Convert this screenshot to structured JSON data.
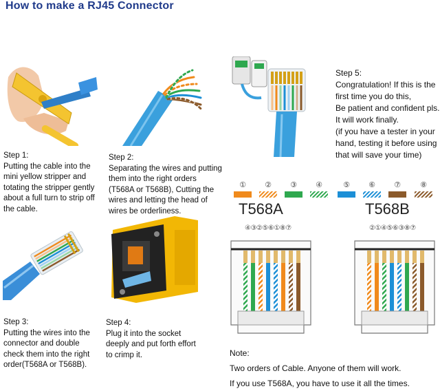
{
  "title": "How to make a RJ45 Connector",
  "steps": [
    {
      "id": "step1",
      "heading": "Step 1:",
      "lines": [
        "Putting the cable into the",
        "mini yellow stripper and",
        "totating the stripper gently",
        "about a full turn to strip off",
        "the cable."
      ]
    },
    {
      "id": "step2",
      "heading": "Step 2:",
      "lines": [
        "Separating the wires and putting",
        "them into the right orders",
        "(T568A or T568B), Cutting the",
        "wires and letting the head of",
        "wires be orderliness."
      ]
    },
    {
      "id": "step3",
      "heading": "Step 3:",
      "lines": [
        "Putting the wires into the",
        "connector and double",
        "check them into the right",
        "order(T568A or T568B)."
      ]
    },
    {
      "id": "step4",
      "heading": "Step 4:",
      "lines": [
        "Plug it into the socket",
        "deeply and put forth effort",
        "to crimp it."
      ]
    },
    {
      "id": "step5",
      "heading": "Step 5:",
      "lines": [
        "Congratulation!  If this is the",
        "first time you do this,",
        "Be patient and confident pls.",
        "It will work finally.",
        "(if you have a tester in your",
        "hand, testing it before using",
        "that will save your time)"
      ]
    }
  ],
  "wire_numbers": [
    "①",
    "②",
    "③",
    "④",
    "⑤",
    "⑥",
    "⑦",
    "⑧"
  ],
  "standards": {
    "a": {
      "name": "T568A",
      "pin_order": "④③②⑤⑥①⑧⑦"
    },
    "b": {
      "name": "T568B",
      "pin_order": "②①④⑤⑥③⑧⑦"
    }
  },
  "note": {
    "heading": "Note:",
    "lines": [
      "Two orders of Cable. Anyone of them will work.",
      "If you use T568A, you have to use it all the times."
    ]
  },
  "colors": {
    "orange": "#f08a1c",
    "green": "#2fa84f",
    "blue": "#1c8fd6",
    "brown": "#8b5a2b",
    "cable_blue": "#3aa0dd",
    "stripper_yellow": "#f4c430",
    "title_blue": "#1f3a8a"
  }
}
